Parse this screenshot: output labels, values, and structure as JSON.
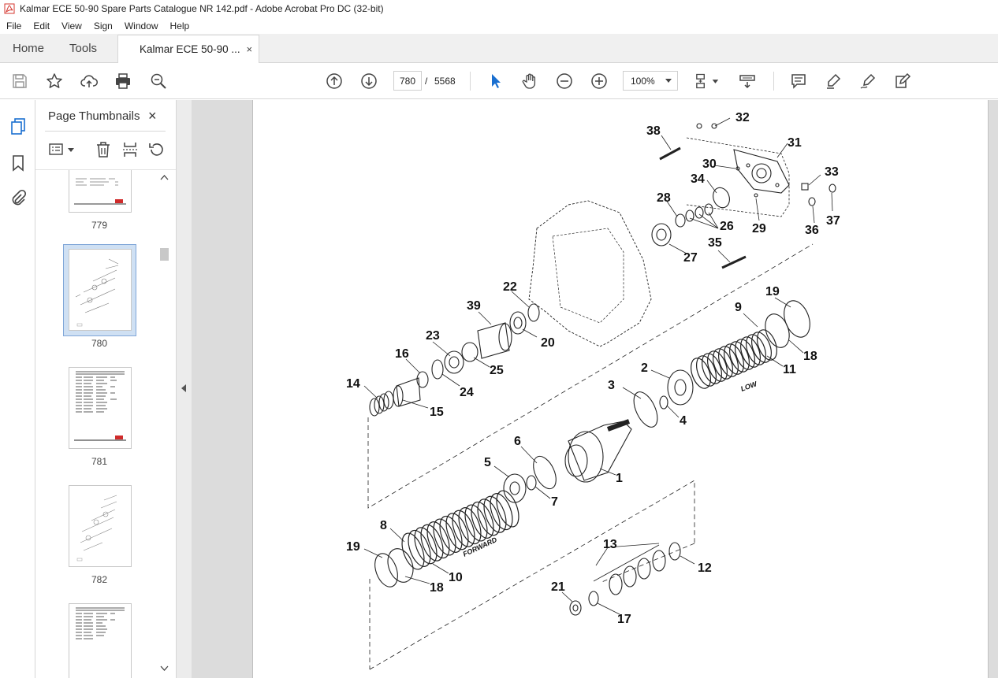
{
  "window": {
    "title": "Kalmar ECE 50-90 Spare Parts Catalogue NR 142.pdf - Adobe Acrobat Pro DC (32-bit)"
  },
  "menu": [
    "File",
    "Edit",
    "View",
    "Sign",
    "Window",
    "Help"
  ],
  "tabs": {
    "home": "Home",
    "tools": "Tools",
    "document": "Kalmar ECE 50-90 ...",
    "close": "×"
  },
  "toolbar": {
    "page_current": "780",
    "page_separator": "/",
    "page_total": "5568",
    "zoom": "100%"
  },
  "thumbnails_panel": {
    "title": "Page Thumbnails",
    "close": "×",
    "pages": [
      {
        "label": "779",
        "kind": "table"
      },
      {
        "label": "780",
        "kind": "diagram",
        "selected": true
      },
      {
        "label": "781",
        "kind": "table"
      },
      {
        "label": "782",
        "kind": "diagram"
      },
      {
        "label": "",
        "kind": "table"
      }
    ]
  },
  "diagram": {
    "callouts": [
      "1",
      "2",
      "3",
      "4",
      "5",
      "6",
      "7",
      "8",
      "9",
      "10",
      "11",
      "12",
      "13",
      "14",
      "15",
      "16",
      "17",
      "18",
      "18",
      "19",
      "19",
      "20",
      "21",
      "22",
      "23",
      "24",
      "25",
      "26",
      "27",
      "28",
      "29",
      "30",
      "31",
      "32",
      "33",
      "34",
      "35",
      "36",
      "37",
      "38",
      "39"
    ],
    "labels": {
      "low": "LOW",
      "forward": "FORWARD"
    }
  },
  "icons": {
    "save": "save-icon",
    "bookmark": "star-icon",
    "upload": "upload-cloud-icon",
    "print": "printer-icon",
    "search": "zoom-search-icon",
    "prev": "arrow-up-circle-icon",
    "next": "arrow-down-circle-icon",
    "select": "pointer-icon",
    "hand": "hand-icon",
    "zoom_out": "zoom-out-icon",
    "zoom_in": "zoom-in-icon",
    "fit": "fit-page-icon",
    "scroll_mode": "scroll-mode-icon",
    "comment": "comment-icon",
    "highlight": "highlight-pen-icon",
    "sign": "sign-pen-icon",
    "edit": "edit-pdf-icon"
  }
}
